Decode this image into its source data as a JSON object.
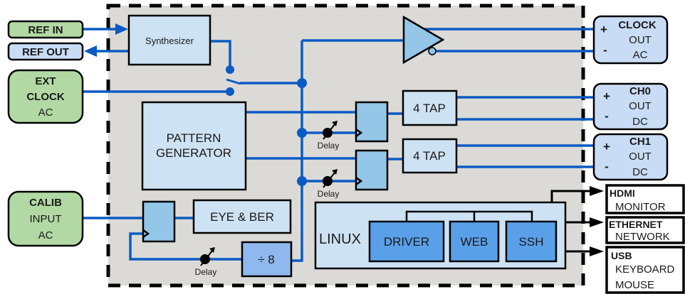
{
  "diagram": {
    "inputs": {
      "ref_in": "REF IN",
      "ref_out": "REF OUT",
      "ext_clock": [
        "EXT",
        "CLOCK",
        "AC"
      ],
      "calib_input": [
        "CALIB",
        "INPUT",
        "AC"
      ]
    },
    "blocks": {
      "synthesizer": "Synthesizer",
      "pattern_generator": [
        "PATTERN",
        "GENERATOR"
      ],
      "tap0": "4 TAP",
      "tap1": "4 TAP",
      "eye_ber": "EYE & BER",
      "divider": "÷ 8",
      "linux": "LINUX",
      "driver": "DRIVER",
      "web": "WEB",
      "ssh": "SSH",
      "delay_label": "Delay"
    },
    "outputs": {
      "clock_out": {
        "title": "CLOCK",
        "line2": "OUT",
        "line3": "AC",
        "plus": "+",
        "minus": "-"
      },
      "ch0_out": {
        "title": "CH0",
        "line2": "OUT",
        "line3": "DC",
        "plus": "+",
        "minus": "-"
      },
      "ch1_out": {
        "title": "CH1",
        "line2": "OUT",
        "line3": "DC",
        "plus": "+",
        "minus": "-"
      },
      "hdmi": {
        "title": "HDMI",
        "line2": "MONITOR"
      },
      "ethernet": {
        "title": "ETHERNET",
        "line2": "NETWORK"
      },
      "usb": {
        "title": "USB",
        "line2": "KEYBOARD",
        "line3": "MOUSE"
      }
    },
    "colors": {
      "signal_wire": "#0a5bc4",
      "input_port": "#b2d9a3",
      "output_port": "#c9dcf5",
      "enclosure": "#dcdad6"
    }
  }
}
